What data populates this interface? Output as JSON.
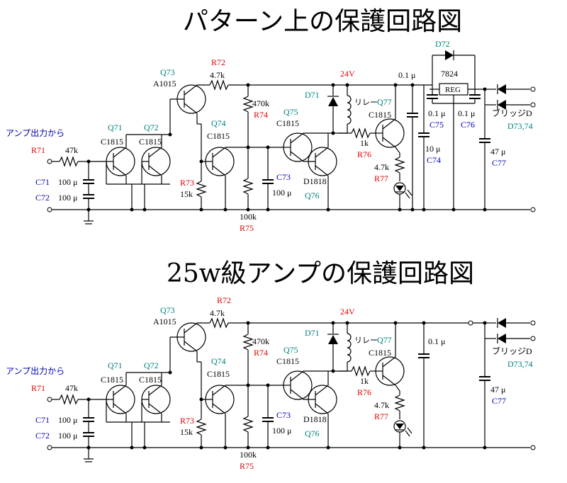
{
  "top_title": "パターン上の保護回路図",
  "bottom_title": "25w級アンプの保護回路図",
  "input_label": "アンプ出力から",
  "supply_label": "24V",
  "relay_label": "リレー",
  "bridge_label": "ブリッジD",
  "bridge_ref": "D73,74",
  "reg_part": "7824",
  "reg_box": "REG",
  "parts": {
    "Q71": "Q71",
    "Q72": "Q72",
    "Q73": "Q73",
    "Q74": "Q74",
    "Q75": "Q75",
    "Q76": "Q76",
    "Q77": "Q77",
    "C1815": "C1815",
    "A1015": "A1015",
    "D1818": "D1818",
    "R71": "R71",
    "R72": "R72",
    "R73": "R73",
    "R74": "R74",
    "R75": "R75",
    "R76": "R76",
    "R77": "R77",
    "C71": "C71",
    "C72": "C72",
    "C73": "C73",
    "C74": "C74",
    "C75": "C75",
    "C76": "C76",
    "C77": "C77",
    "D71": "D71",
    "D72": "D72"
  },
  "values": {
    "r47k": "47k",
    "r4_7k": "4.7k",
    "r470k": "470k",
    "r15k": "15k",
    "r100k": "100k",
    "r1k": "1k",
    "c100u": "100 μ",
    "c47u": "47 μ",
    "c10u": "10 μ",
    "c0_1u": "0.1 μ"
  }
}
